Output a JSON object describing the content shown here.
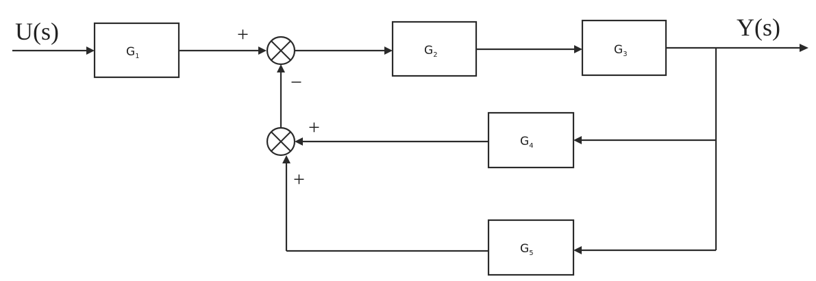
{
  "input_label": "U(s)",
  "output_label": "Y(s)",
  "blocks": [
    {
      "letter": "G",
      "sub": "1"
    },
    {
      "letter": "G",
      "sub": "2"
    },
    {
      "letter": "G",
      "sub": "3"
    },
    {
      "letter": "G",
      "sub": "4"
    },
    {
      "letter": "G",
      "sub": "5"
    }
  ],
  "signs": {
    "sum1_top": "+",
    "sum1_bottom": "−",
    "sum2_right": "+",
    "sum2_bottom": "+"
  }
}
